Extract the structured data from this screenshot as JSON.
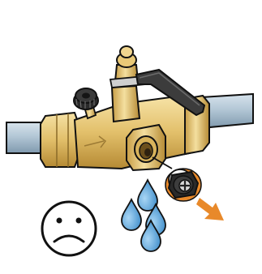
{
  "figure": {
    "colors": {
      "pipe": "#b3c7d6",
      "pipe_shade": "#7f99ad",
      "brass": "#e2bf6a",
      "brass_light": "#f4df9f",
      "brass_dark": "#b58a34",
      "handle": "#3c3c3c",
      "water": "#5aa8dd",
      "arrow": "#e8892a",
      "cap": "#2a2a2a",
      "outline": "#111111"
    },
    "icons": [
      "pipe-left",
      "pipe-right",
      "ball-valve-body",
      "lever-handle",
      "knurled-knob",
      "drain-port",
      "removed-drain-cap",
      "removal-arrow",
      "water-drop",
      "sad-face-icon"
    ],
    "drops_count": 4,
    "state": "drain cap removed — water leaking"
  }
}
